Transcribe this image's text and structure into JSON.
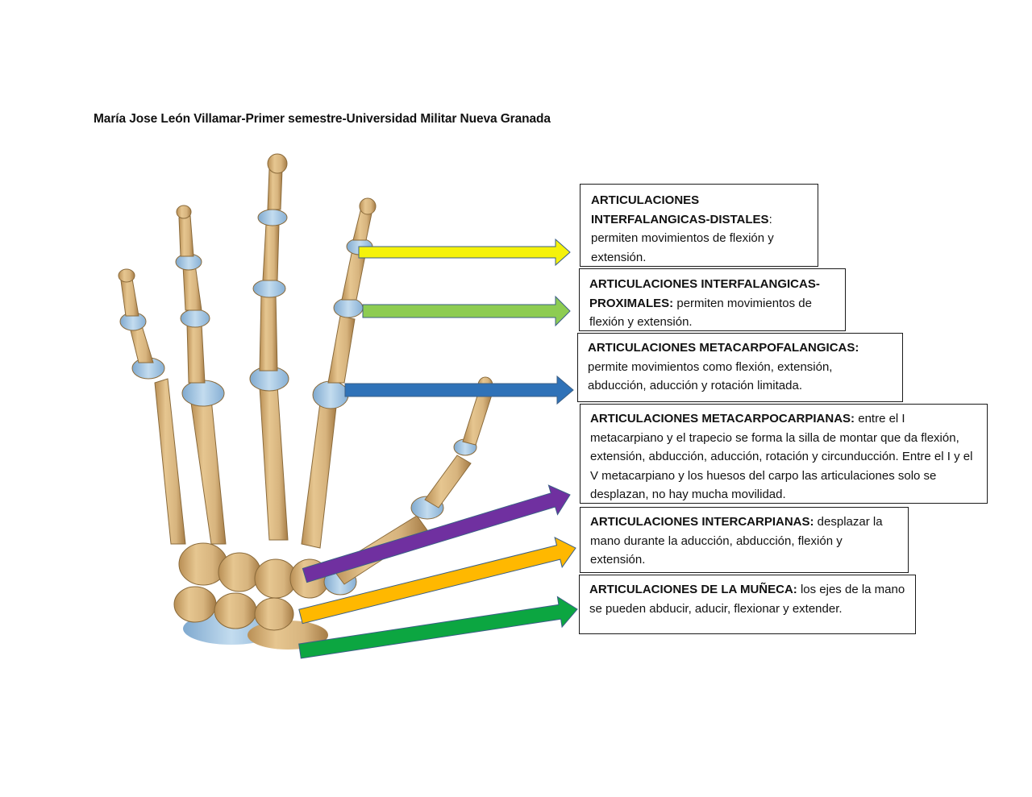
{
  "document": {
    "title": "María Jose León Villamar-Primer semestre-Universidad Militar Nueva Granada"
  },
  "figure": {
    "subject": "hand-skeleton-illustration",
    "bone_color": "#d7b47e",
    "joint_color": "#a9cbe6"
  },
  "labels": [
    {
      "heading": "ARTICULACIONES INTERFALANGICAS-DISTALES",
      "body": ": permiten movimientos de flexión y extensión.",
      "arrow_color": "#f5f20a"
    },
    {
      "heading": "ARTICULACIONES INTERFALANGICAS-PROXIMALES:",
      "body": " permiten movimientos de flexión y extensión.",
      "arrow_color": "#8dcc52"
    },
    {
      "heading": "ARTICULACIONES METACARPOFALANGICAS:",
      "body": " permite movimientos como flexión, extensión, abducción, aducción y rotación limitada.",
      "arrow_color": "#2f72b8"
    },
    {
      "heading": "ARTICULACIONES METACARPOCARPIANAS:",
      "body": " entre el I metacarpiano y el trapecio se forma la silla de montar que da flexión, extensión, abducción, aducción, rotación y circunducción. Entre el I y el V metacarpiano y los huesos del carpo las articulaciones solo se desplazan, no hay mucha movilidad.",
      "arrow_color": "#7030a0"
    },
    {
      "heading": "ARTICULACIONES INTERCARPIANAS:",
      "body": " desplazar la mano durante la aducción, abducción, flexión y extensión.",
      "arrow_color": "#ffb800"
    },
    {
      "heading": "ARTICULACIONES DE LA MUÑECA:",
      "body": " los ejes de la mano se pueden abducir, aducir, flexionar y extender.",
      "arrow_color": "#0ca641"
    }
  ]
}
